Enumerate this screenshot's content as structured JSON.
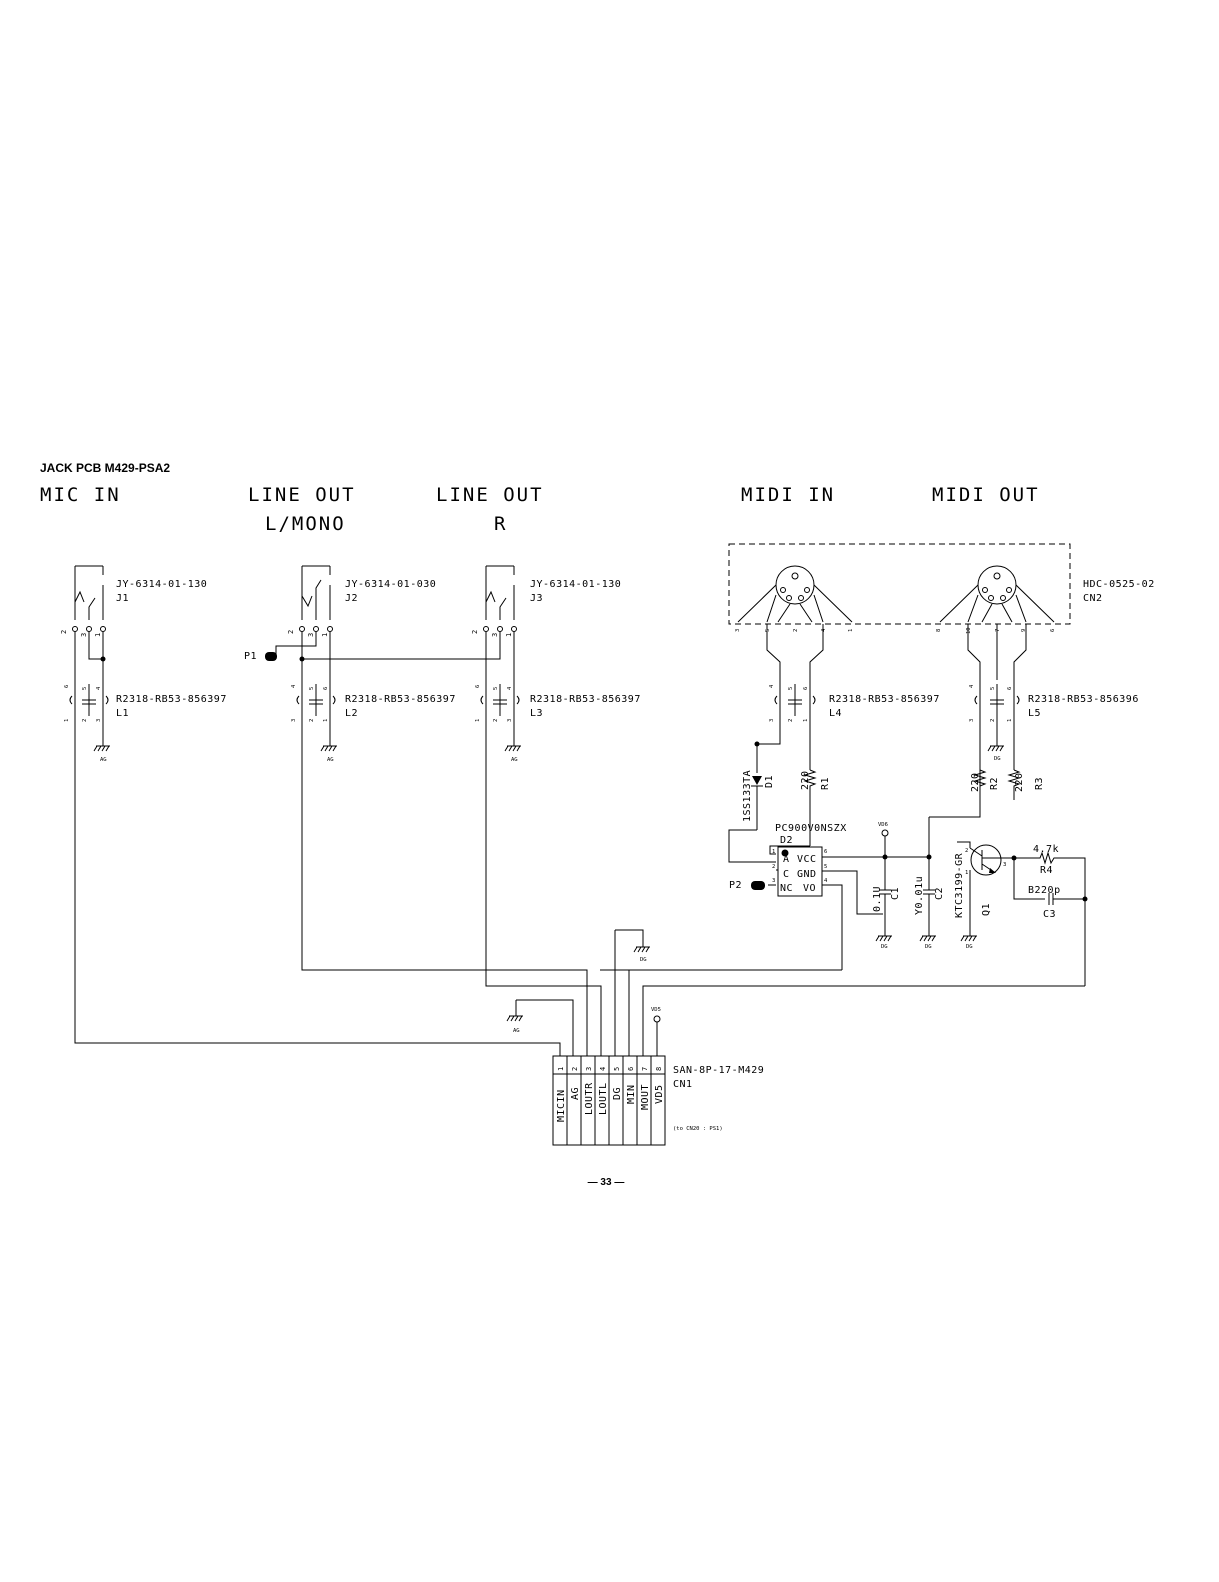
{
  "page": {
    "title": "JACK PCB M429-PSA2",
    "number": "— 33 —"
  },
  "sections": {
    "mic_in": "MIC IN",
    "line_out_l1": "LINE OUT",
    "line_out_l2": "L/MONO",
    "line_out_r1": "LINE OUT",
    "line_out_r2": "R",
    "midi_in": "MIDI IN",
    "midi_out": "MIDI OUT"
  },
  "jacks": [
    {
      "part": "JY-6314-01-130",
      "ref": "J1"
    },
    {
      "part": "JY-6314-01-030",
      "ref": "J2"
    },
    {
      "part": "JY-6314-01-130",
      "ref": "J3"
    }
  ],
  "din": {
    "part": "HDC-0525-02",
    "ref": "CN2"
  },
  "filters": [
    {
      "part": "R2318-RB53-856397",
      "ref": "L1"
    },
    {
      "part": "R2318-RB53-856397",
      "ref": "L2"
    },
    {
      "part": "R2318-RB53-856397",
      "ref": "L3"
    },
    {
      "part": "R2318-RB53-856397",
      "ref": "L4"
    },
    {
      "part": "R2318-RB53-856396",
      "ref": "L5"
    }
  ],
  "points": {
    "p1": "P1",
    "p2": "P2"
  },
  "grounds": {
    "ag": "AG",
    "dg": "DG"
  },
  "power": {
    "vd6": "VD6",
    "vd5": "VD5"
  },
  "diode": {
    "part": "1SS133TA",
    "ref": "D1"
  },
  "resistors": [
    {
      "value": "220",
      "ref": "R1"
    },
    {
      "value": "220",
      "ref": "R2"
    },
    {
      "value": "220",
      "ref": "R3"
    },
    {
      "value": "4.7k",
      "ref": "R4"
    }
  ],
  "photocoupler": {
    "part": "PC900V0NSZX",
    "ref": "D2",
    "pin_a": "A",
    "pin_c": "C",
    "pin_nc": "NC",
    "vcc": "VCC",
    "gnd": "GND",
    "vo": "VO"
  },
  "capacitors": [
    {
      "value": "0.1U",
      "ref": "C1"
    },
    {
      "value": "Y0.01u",
      "ref": "C2"
    },
    {
      "value": "B220p",
      "ref": "C3"
    }
  ],
  "transistor": {
    "part": "KTC3199-GR",
    "ref": "Q1"
  },
  "connector": {
    "part": "SAN-8P-17-M429",
    "ref": "CN1",
    "note": "(to CN20 : PS1)",
    "pins": [
      "MICIN",
      "AG",
      "LOUTR",
      "LOUTL",
      "DG",
      "MIN",
      "MOUT",
      "VD5"
    ]
  }
}
